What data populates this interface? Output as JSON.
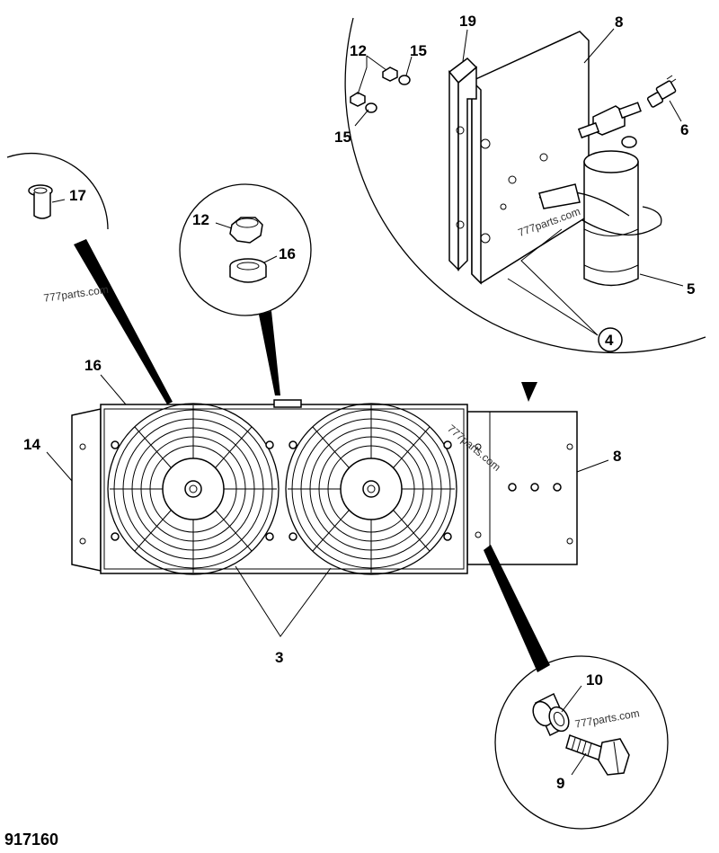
{
  "figure_number": "917160",
  "watermarks": [
    "777parts.com",
    "777parts.com",
    "777parts.com",
    "777parts.com"
  ],
  "callouts": {
    "c19": "19",
    "c8_top": "8",
    "c12_top": "12",
    "c15_top": "15",
    "c15_left": "15",
    "c6": "6",
    "c5": "5",
    "c4": "4",
    "c17": "17",
    "c12_mid": "12",
    "c16_mid": "16",
    "c16_frame": "16",
    "c14": "14",
    "c8_right": "8",
    "c3": "3",
    "c10": "10",
    "c9": "9"
  },
  "colors": {
    "line": "#000000",
    "background": "#ffffff"
  }
}
